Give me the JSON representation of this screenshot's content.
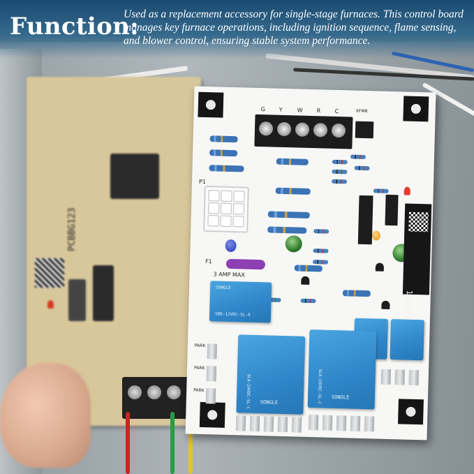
{
  "headline": {
    "label": "Function:",
    "description": "Used as a replacement accessory for single-stage furnaces. This control board manages key furnace operations, including ignition sequence, flame sensing, and blower control, ensuring stable system performance."
  },
  "new_board": {
    "part_number": "103085-03",
    "terminals": [
      "G",
      "Y",
      "W",
      "R",
      "C",
      "XFMR"
    ],
    "fuse_label": "3 AMP MAX",
    "plug_label": "P1",
    "fuse_ref": "F1",
    "park_labels": [
      "PARK",
      "PARK",
      "PARK"
    ],
    "relay_small_model": "SRD-12VDC-SL-A",
    "relay_small_brand": "SONGLE",
    "relay_large_model": "SLA-24VDC-SL-C",
    "relay_large_brand": "SONGLE"
  },
  "old_board": {
    "print_text": "PCBBG123"
  },
  "colors": {
    "headline_bg": "#14466e",
    "relay_blue": "#2f86c9",
    "board_white": "#f7f7f5",
    "fuse_purple": "#8e3fb3"
  }
}
